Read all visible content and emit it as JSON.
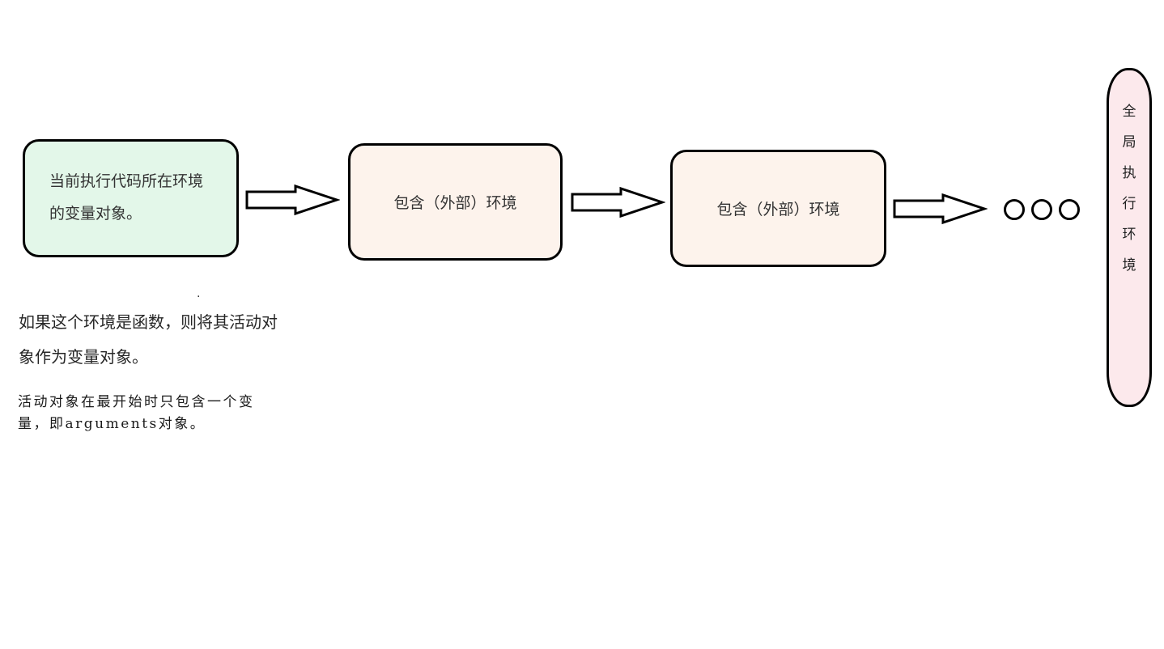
{
  "diagram": {
    "box_current": {
      "line1": "当前执行代码所在环境",
      "line2": "的变量对象。"
    },
    "box_outer_1": {
      "label": "包含（外部）环境"
    },
    "box_outer_2": {
      "label": "包含（外部）环境"
    },
    "global_env": {
      "label": "全局执行环境",
      "chars": [
        "全",
        "局",
        "执",
        "行",
        "环",
        "境"
      ]
    },
    "notes": {
      "note1_line1": "如果这个环境是函数，则将其活动对",
      "note1_line2": "象作为变量对象。",
      "note2_line1": "活动对象在最开始时只包含一个变",
      "note2_line2": "量，即arguments对象。",
      "stray_dot": "."
    },
    "colors": {
      "current_fill": "#e3f7e9",
      "outer_fill": "#fdf3ec",
      "global_fill": "#fce9ec",
      "stroke": "#000000",
      "arrow_fill": "#ffffff"
    },
    "ellipsis_count": 3
  }
}
